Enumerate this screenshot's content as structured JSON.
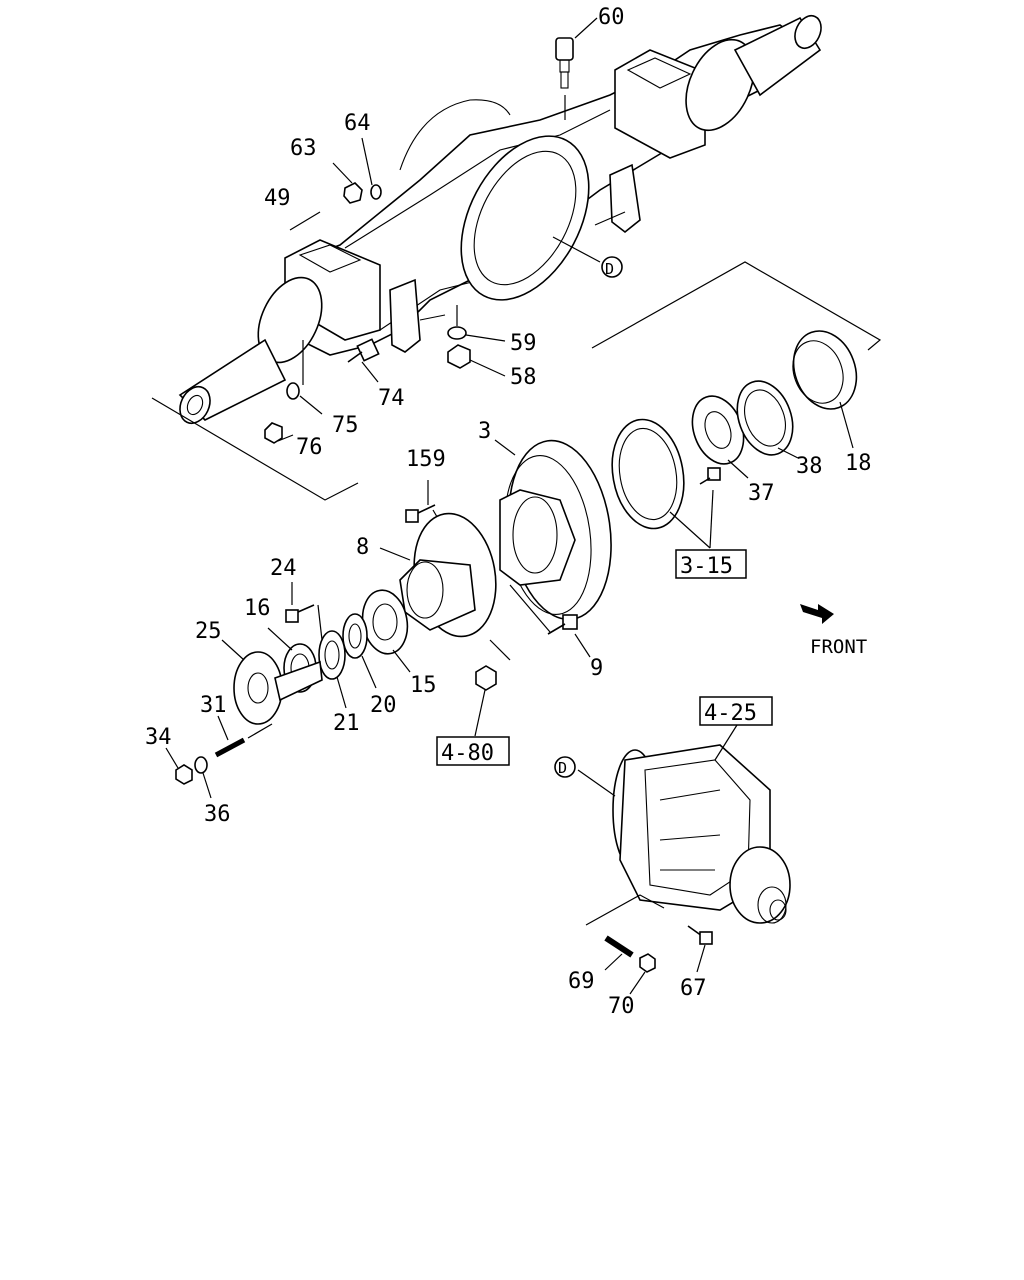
{
  "labels": {
    "p60": "60",
    "p64": "64",
    "p63": "63",
    "p49": "49",
    "pD_top": "D",
    "p59": "59",
    "p58": "58",
    "p74": "74",
    "p75": "75",
    "p76": "76",
    "p3": "3",
    "p159": "159",
    "p37": "37",
    "p38": "38",
    "p18": "18",
    "p8": "8",
    "p24": "24",
    "p16": "16",
    "p25": "25",
    "p9": "9",
    "p15": "15",
    "p20": "20",
    "p21": "21",
    "p31": "31",
    "p34": "34",
    "p36": "36",
    "pD_bottom": "D",
    "p69": "69",
    "p70": "70",
    "p67": "67"
  },
  "ref_boxes": {
    "ref_3_15": "3-15",
    "ref_4_80": "4-80",
    "ref_4_25": "4-25"
  },
  "front_indicator": "FRONT"
}
